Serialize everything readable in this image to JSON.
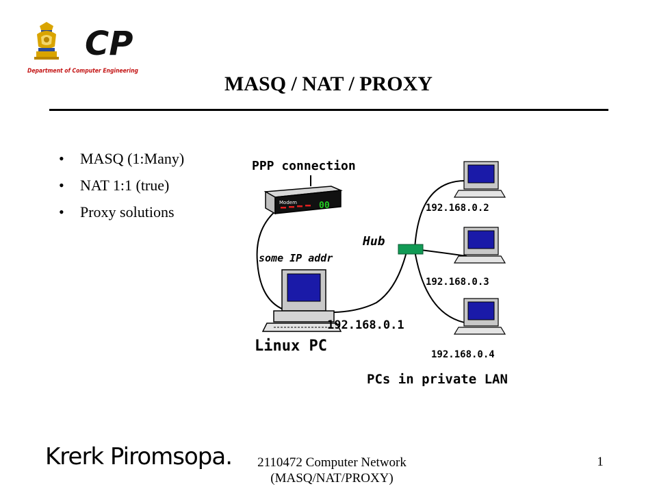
{
  "logo": {
    "monogram": "CP",
    "department": "Department of Computer Engineering",
    "emblem_icon": "university-emblem-icon",
    "colors": {
      "red": "#c41616",
      "gold": "#d9a400",
      "blue": "#2a4a9c"
    }
  },
  "slide": {
    "title": "MASQ / NAT / PROXY",
    "bullets": [
      "MASQ (1:Many)",
      "NAT 1:1 (true)",
      "Proxy solutions"
    ]
  },
  "diagram": {
    "ppp_label": "PPP connection",
    "modem_label": "Modem",
    "modem_lights": "00",
    "wan_label": "some IP addr",
    "hub_label": "Hub",
    "gateway_ip": "192.168.0.1",
    "gateway_label": "Linux PC",
    "lan_label": "PCs in private LAN",
    "clients": [
      "192.168.0.2",
      "192.168.0.3",
      "192.168.0.4"
    ],
    "colors": {
      "screen": "#1a1aa8",
      "hub": "#119a55",
      "modem_light": "#e02020",
      "modem_green": "#22cc22"
    }
  },
  "footer": {
    "author": "Krerk Piromsopa.",
    "course_line1": "2110472 Computer Network",
    "course_line2": "(MASQ/NAT/PROXY)",
    "page": "1"
  }
}
